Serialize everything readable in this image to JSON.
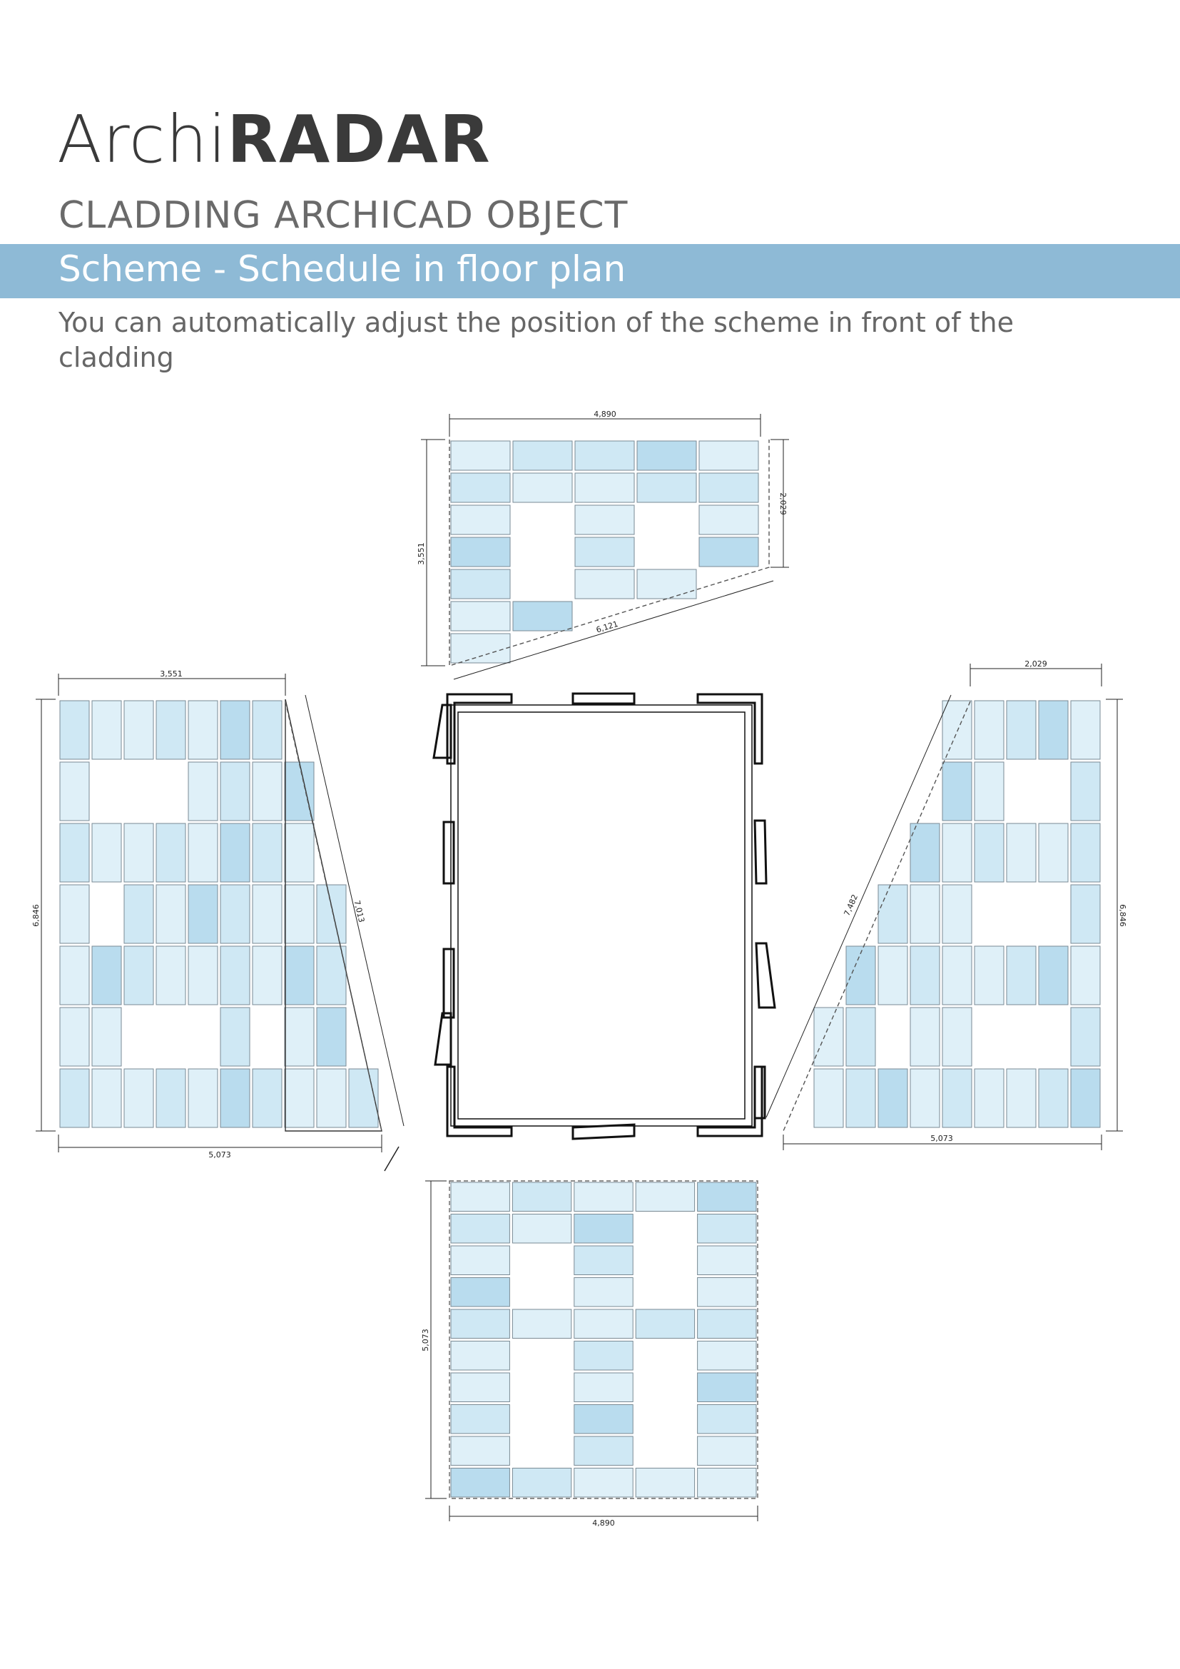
{
  "header": {
    "brand_light": "Archi",
    "brand_bold": "RADAR",
    "product": "CLADDING ARCHICAD OBJECT",
    "section_title": "Scheme - Schedule in floor plan",
    "description": "You can automatically adjust the position of the scheme in front of the cladding"
  },
  "drawing": {
    "top": {
      "width": "4,890",
      "height_left": "3,551",
      "height_right": "2,029",
      "slope": "6,121"
    },
    "left": {
      "width_top": "3,551",
      "width_bottom": "5,073",
      "height": "6,846",
      "slope": "7,013"
    },
    "right": {
      "width_top": "2,029",
      "width_bottom": "5,073",
      "height": "6,846",
      "slope": "7,482"
    },
    "bottom": {
      "width": "4,890",
      "height": "5,073"
    }
  },
  "colors": {
    "band": "#8ebad6",
    "panel_light": "#dff0f8",
    "panel_mid": "#cfe8f4",
    "panel_dark": "#b9dcee",
    "panel_stroke": "#7a8a94"
  }
}
